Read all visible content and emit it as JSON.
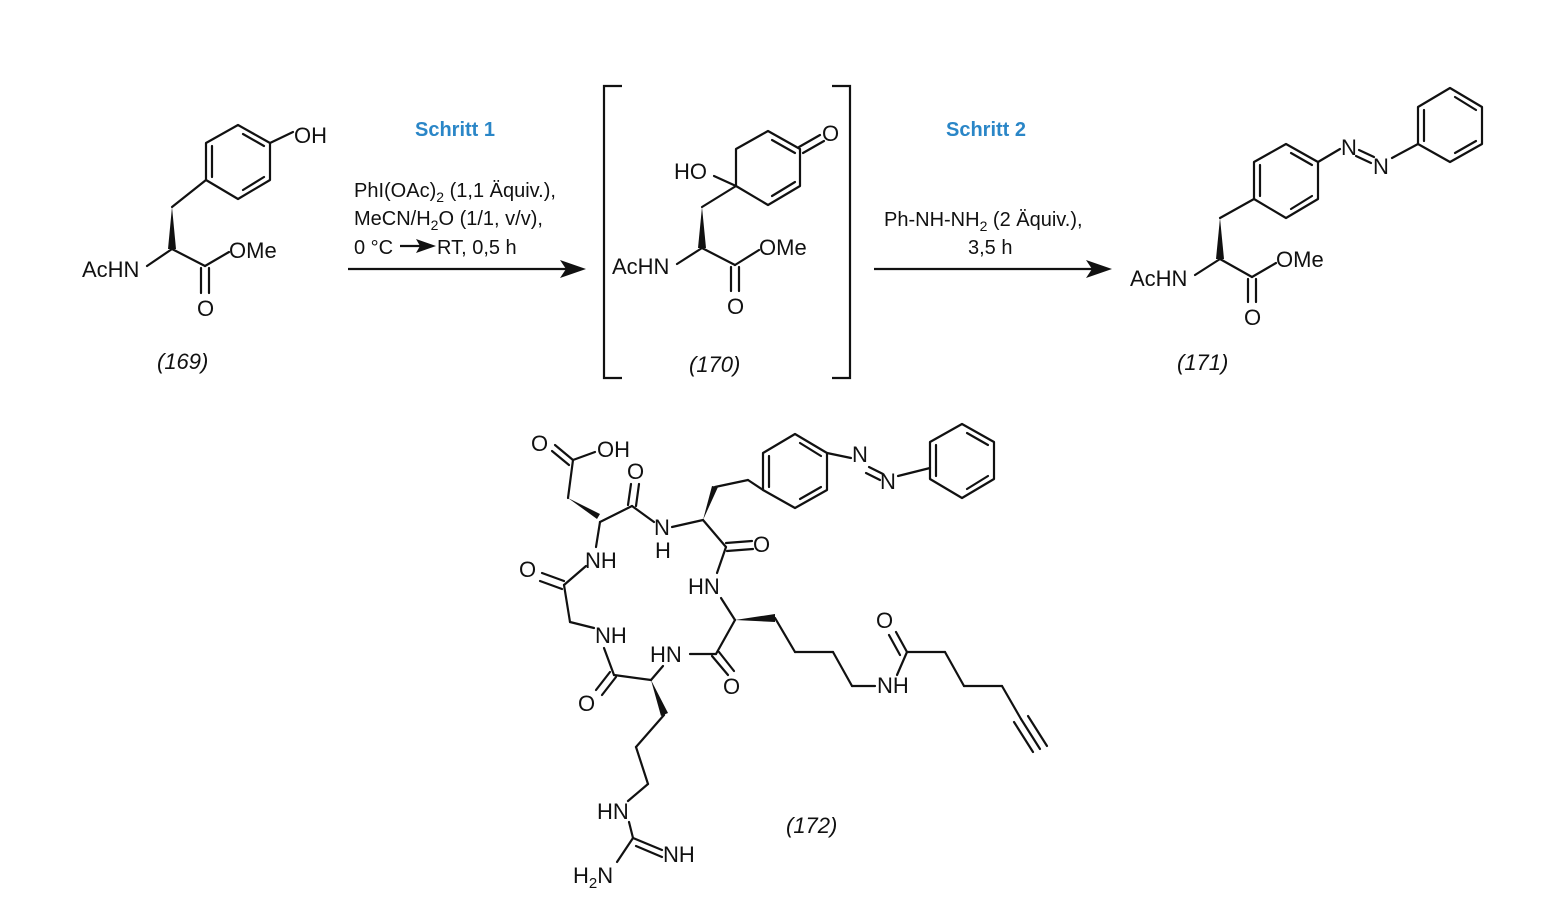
{
  "scheme": {
    "step1": {
      "label": "Schritt 1",
      "reagent_a": "PhI(OAc)",
      "reagent_a_sub": "2",
      "reagent_a_rest": " (1,1 Äquiv.),",
      "solvent_a": "MeCN/H",
      "solvent_sub": "2",
      "solvent_rest": "O (1/1, v/v),",
      "temp_start": "0 °C",
      "temp_end": "RT, 0,5 h"
    },
    "step2": {
      "label": "Schritt 2",
      "reagent_a": "Ph-NH-NH",
      "reagent_sub": "2",
      "reagent_rest": " (2 Äquiv.),",
      "time": "3,5 h"
    },
    "accent_color": "#2a86c7",
    "compounds": {
      "c169": "(169)",
      "c170": "(170)",
      "c171": "(171)",
      "c172": "(172)"
    },
    "atoms": {
      "oh": "OH",
      "ho": "HO",
      "o": "O",
      "ome": "OMe",
      "achn": "AcHN",
      "n": "N",
      "nh": "NH",
      "hn": "HN",
      "h": "H",
      "h2n_h": "H",
      "h2n_sub": "2",
      "h2n_n": "N"
    }
  }
}
